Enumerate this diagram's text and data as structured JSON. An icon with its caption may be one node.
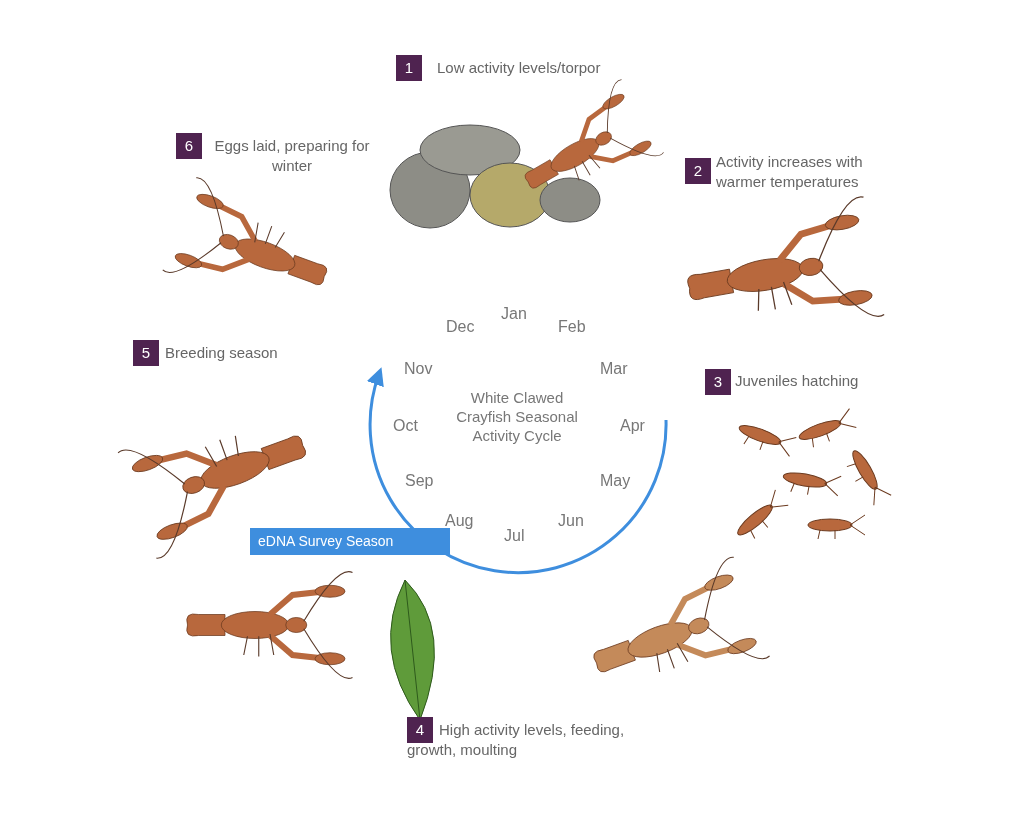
{
  "diagram": {
    "labels": [
      "1",
      "Low activity levels/torpor",
      "6",
      "Eggs laid, preparing for winter",
      "2",
      "Activity increases with warmer temperatures",
      "Jan",
      "Dec",
      "Feb",
      "Mar",
      "5",
      "Breeding season",
      "3",
      "Juveniles hatching",
      "Nov",
      "White Clawed Crayfish Seasonal Activity Cycle",
      "Oct",
      "Apr",
      "Sep",
      "May",
      "eDNA Survey Season",
      "Aug",
      "Jun",
      "Jul",
      "4",
      "High activity levels, feeding, growth, moulting"
    ]
  }
}
